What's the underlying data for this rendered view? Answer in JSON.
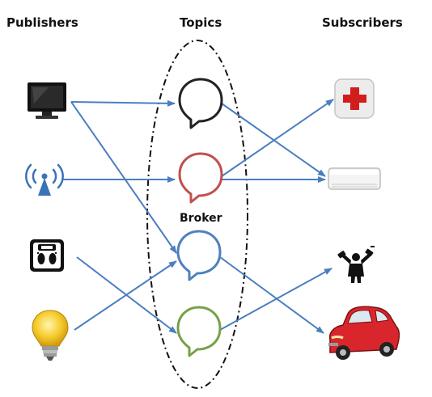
{
  "headings": {
    "publishers": "Publishers",
    "topics": "Topics",
    "subscribers": "Subscribers"
  },
  "broker": {
    "label": "Broker"
  },
  "publishers": [
    {
      "name": "television-icon"
    },
    {
      "name": "wireless-antenna-icon"
    },
    {
      "name": "bathroom-scale-icon"
    },
    {
      "name": "light-bulb-icon"
    }
  ],
  "topics": [
    {
      "name": "topic-black",
      "color": "#222222"
    },
    {
      "name": "topic-red",
      "color": "#c0504d"
    },
    {
      "name": "topic-blue",
      "color": "#4f81bd"
    },
    {
      "name": "topic-green",
      "color": "#77a047"
    }
  ],
  "subscribers": [
    {
      "name": "first-aid-icon"
    },
    {
      "name": "air-conditioner-icon"
    },
    {
      "name": "weightlifter-icon"
    },
    {
      "name": "red-car-icon"
    }
  ],
  "colors": {
    "arrow": "#4a7ebf",
    "broker_outline": "#111111"
  }
}
